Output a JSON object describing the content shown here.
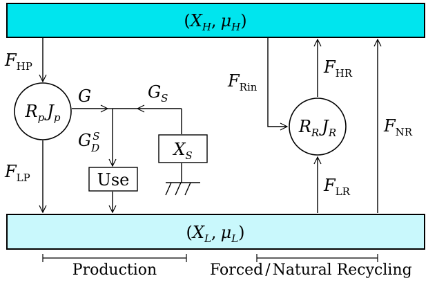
{
  "colors": {
    "high_reservoir_fill": "#00e5ee",
    "low_reservoir_fill": "#c9f8fc",
    "stroke": "#000000",
    "background": "#ffffff"
  },
  "reservoirs": {
    "high": {
      "open": "(",
      "var": "X",
      "var_sub": "H",
      "comma": ",",
      "mu": "μ",
      "mu_sub": "H",
      "close": ")"
    },
    "low": {
      "open": "(",
      "var": "X",
      "var_sub": "L",
      "comma": ",",
      "mu": "μ",
      "mu_sub": "L",
      "close": ")"
    }
  },
  "nodes": {
    "producer": {
      "r": "R",
      "r_sub": "p",
      "j": "J",
      "j_sub": "p"
    },
    "recycler": {
      "r": "R",
      "r_sub": "R",
      "j": "J",
      "j_sub": "R"
    },
    "use_box": "Use",
    "storage": {
      "var": "X",
      "sub": "S"
    }
  },
  "flows": {
    "f_hp": {
      "main": "F",
      "sub": "HP"
    },
    "f_lp": {
      "main": "F",
      "sub": "LP"
    },
    "f_rin": {
      "main": "F",
      "sub": "Rin"
    },
    "f_hr": {
      "main": "F",
      "sub": "HR"
    },
    "f_lr": {
      "main": "F",
      "sub": "LR"
    },
    "f_nr": {
      "main": "F",
      "sub": "NR"
    },
    "g": {
      "main": "G"
    },
    "g_s": {
      "main": "G",
      "sub": "S"
    },
    "g_d": {
      "main": "G",
      "sub": "D",
      "sup": "S"
    }
  },
  "captions": {
    "production": "Production",
    "forced": "Forced",
    "slash": "/",
    "natural_recycling": "Natural Recycling"
  }
}
